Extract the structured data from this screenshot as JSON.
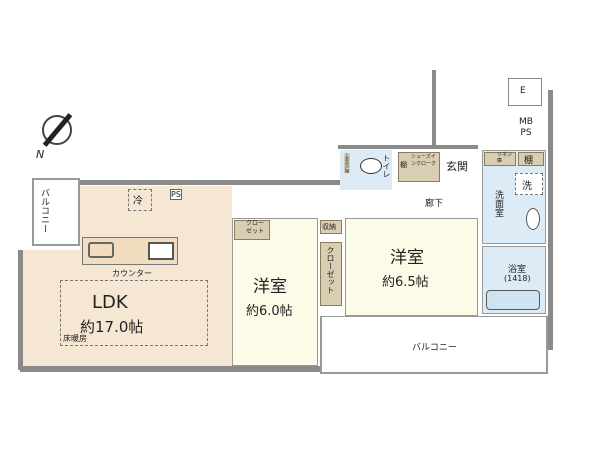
{
  "compass": {
    "north_label": "N"
  },
  "rooms": {
    "ldk": {
      "name": "LDK",
      "size": "約17.0帖",
      "floor_heating": "床暖房",
      "fridge": "冷",
      "ps": "PS",
      "counter": "カウンター"
    },
    "western1": {
      "name": "洋室",
      "size": "約6.0帖",
      "closet": "クローゼット"
    },
    "western2": {
      "name": "洋室",
      "size": "約6.5帖",
      "storage": "収納",
      "closet": "クローゼット"
    },
    "hallway": "廊下",
    "toilet": {
      "name": "トイレ",
      "cabinet": "上部吊戸棚"
    },
    "shoe_closet": "シューズインクローク",
    "shelf": "棚",
    "entrance": "玄関",
    "linen": "リネン庫",
    "shelf2": "棚",
    "washroom": "洗面室",
    "washer": "洗",
    "bath": {
      "name": "浴室",
      "size": "(1418)"
    },
    "e": "E",
    "mbps": "MB PS",
    "balcony_left": "バルコニー",
    "balcony_bottom": "バルコニー"
  },
  "colors": {
    "ldk": "#f6e7d4",
    "western": "#fbfbe8",
    "wet": "#dcebf6",
    "closet": "#d9cdb2",
    "wall": "#8a8a8a"
  }
}
